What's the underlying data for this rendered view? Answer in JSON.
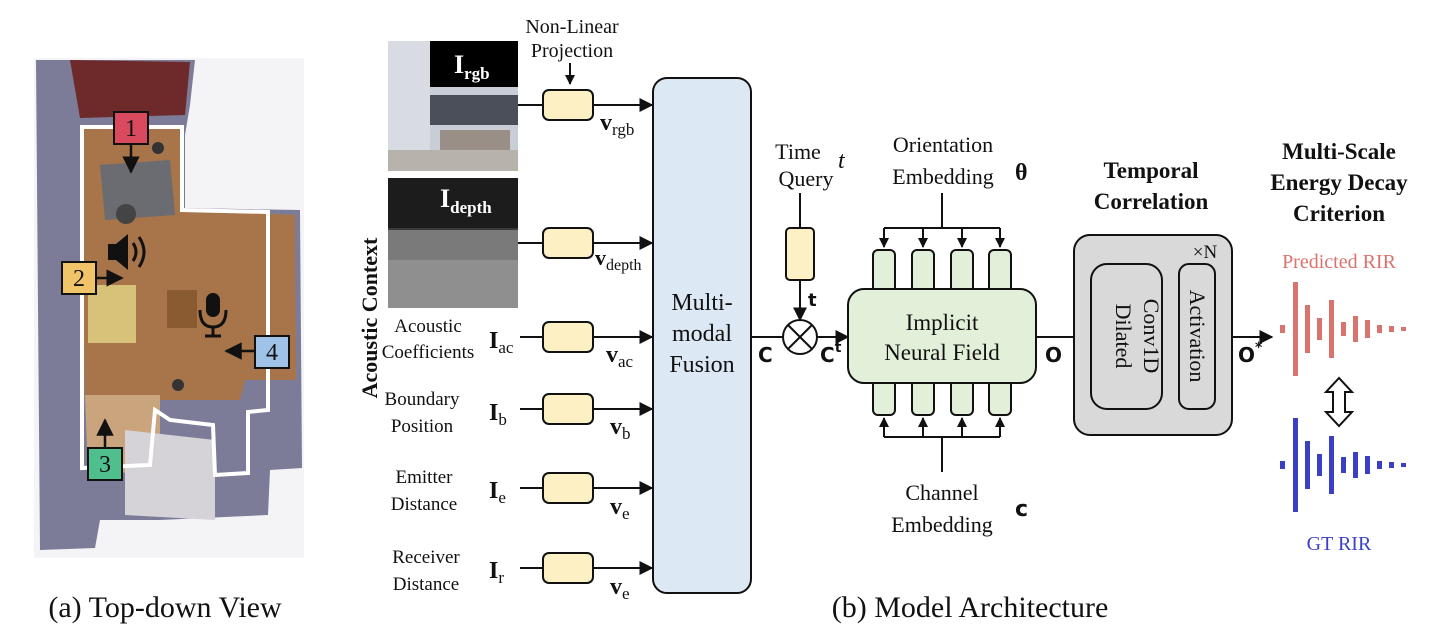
{
  "left_panel": {
    "caption": "(a) Top-down View",
    "markers": [
      "1",
      "2",
      "3",
      "4"
    ]
  },
  "right_panel": {
    "caption": "(b) Model Architecture",
    "side_label": "Acoustic Context",
    "nonlinear_projection": [
      "Non-Linear",
      "Projection"
    ],
    "images": {
      "rgb": {
        "symbol": "I",
        "sub": "rgb"
      },
      "depth": {
        "symbol": "I",
        "sub": "depth"
      }
    },
    "inputs": [
      {
        "label_lines": [
          "Acoustic",
          "Coefficients"
        ],
        "symbol": "I",
        "sub": "ac",
        "out": "v",
        "out_sub": "ac"
      },
      {
        "label_lines": [
          "Boundary",
          "Position"
        ],
        "symbol": "I",
        "sub": "b",
        "out": "v",
        "out_sub": "b"
      },
      {
        "label_lines": [
          "Emitter",
          "Distance"
        ],
        "symbol": "I",
        "sub": "e",
        "out": "v",
        "out_sub": "e"
      },
      {
        "label_lines": [
          "Receiver",
          "Distance"
        ],
        "symbol": "I",
        "sub": "r",
        "out": "v",
        "out_sub": "e"
      }
    ],
    "vectors": {
      "rgb_out": "v",
      "rgb_sub": "rgb",
      "depth_out": "v",
      "depth_sub": "depth"
    },
    "fusion": [
      "Multi-",
      "modal",
      "Fusion"
    ],
    "C": "C",
    "Ct": "C",
    "Ct_sup": "t",
    "time_query": [
      "Time",
      "Query"
    ],
    "t_symbol": "t",
    "t_bold": "t",
    "orientation": [
      "Orientation",
      "Embedding"
    ],
    "theta": "θ",
    "channel": [
      "Channel",
      "Embedding"
    ],
    "c_symbol": "c",
    "inf": [
      "Implicit",
      "Neural Field"
    ],
    "O": "O",
    "O_star": "O",
    "O_star_sup": "*",
    "temporal": [
      "Temporal",
      "Correlation"
    ],
    "xN": "×N",
    "dilated": [
      "Dilated",
      "Conv1D"
    ],
    "activation": "Activation",
    "criterion": [
      "Multi-Scale",
      "Energy Decay",
      "Criterion"
    ],
    "predicted_rir": "Predicted RIR",
    "gt_rir": "GT RIR",
    "colors": {
      "predicted": "#d9736e",
      "gt": "#3b3fc4",
      "fusion_fill": "#dde8f5",
      "inf_fill": "#e2efd9",
      "proj_fill": "#fdf0c4",
      "temporal_fill": "#d9d9d9",
      "marker1": "#d94a5f",
      "marker2": "#f2c46a",
      "marker3": "#4fc08d",
      "marker4": "#9fc3e6"
    }
  }
}
